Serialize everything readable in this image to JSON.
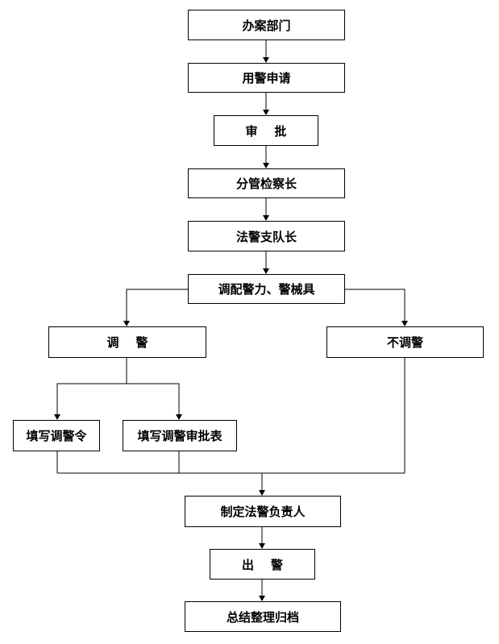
{
  "nodes": {
    "dept": "办案部门",
    "apply": "用警申请",
    "approve": "审    批",
    "chief_prosecutor": "分管检察长",
    "police_head": "法警支队长",
    "deploy": "调配警力、警械具",
    "dispatch": "调    警",
    "no_dispatch": "不调警",
    "order_form": "填写调警令",
    "approval_form": "填写调警审批表",
    "responsible": "制定法警负责人",
    "go_out": "出    警",
    "archive": "总结整理归档"
  }
}
